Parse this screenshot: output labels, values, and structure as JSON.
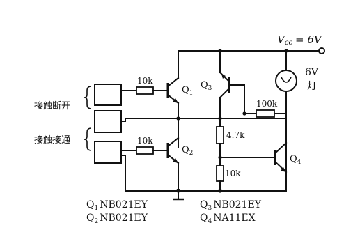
{
  "supply": {
    "label": "V",
    "sub": "cc",
    "value": "= 6V"
  },
  "lamp": {
    "rating": "6V",
    "name": "灯"
  },
  "resistors": {
    "r1": "10k",
    "r2": "10k",
    "r3": "100k",
    "r4": "4.7k",
    "r5": "10k"
  },
  "transistors": {
    "q1": {
      "letter": "Q",
      "num": "1"
    },
    "q2": {
      "letter": "Q",
      "num": "2"
    },
    "q3": {
      "letter": "Q",
      "num": "3"
    },
    "q4": {
      "letter": "Q",
      "num": "4"
    }
  },
  "contacts": {
    "open": "接触断开",
    "closed": "接触接通"
  },
  "parts": [
    {
      "letter": "Q",
      "num": "1",
      "model": "NB021EY"
    },
    {
      "letter": "Q",
      "num": "2",
      "model": "NB021EY"
    },
    {
      "letter": "Q",
      "num": "3",
      "model": "NB021EY"
    },
    {
      "letter": "Q",
      "num": "4",
      "model": "NA11EX"
    }
  ]
}
